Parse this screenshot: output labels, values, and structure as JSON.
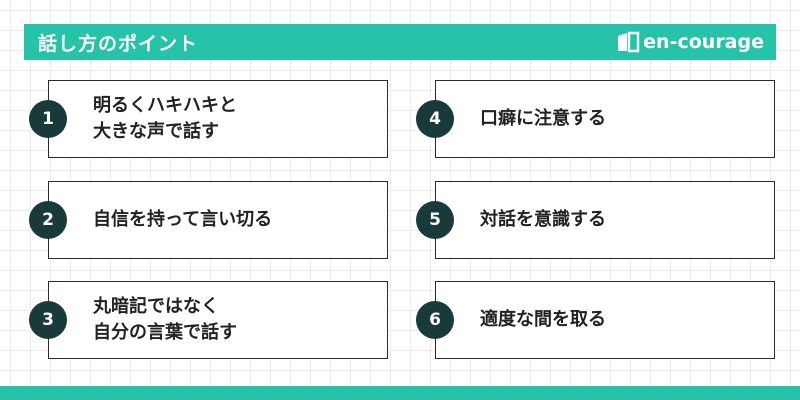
{
  "header": {
    "title": "話し方のポイント",
    "logo_text": "en-courage",
    "color": "#27c3a9"
  },
  "points": [
    {
      "number": "1",
      "text": "明るくハキハキと\n大きな声で話す"
    },
    {
      "number": "2",
      "text": "自信を持って言い切る"
    },
    {
      "number": "3",
      "text": "丸暗記ではなく\n自分の言葉で話す"
    },
    {
      "number": "4",
      "text": "口癖に注意する"
    },
    {
      "number": "5",
      "text": "対話を意識する"
    },
    {
      "number": "6",
      "text": "適度な間を取る"
    }
  ],
  "colors": {
    "accent": "#27c3a9",
    "badge": "#193a3a",
    "border": "#2b2b2b"
  }
}
